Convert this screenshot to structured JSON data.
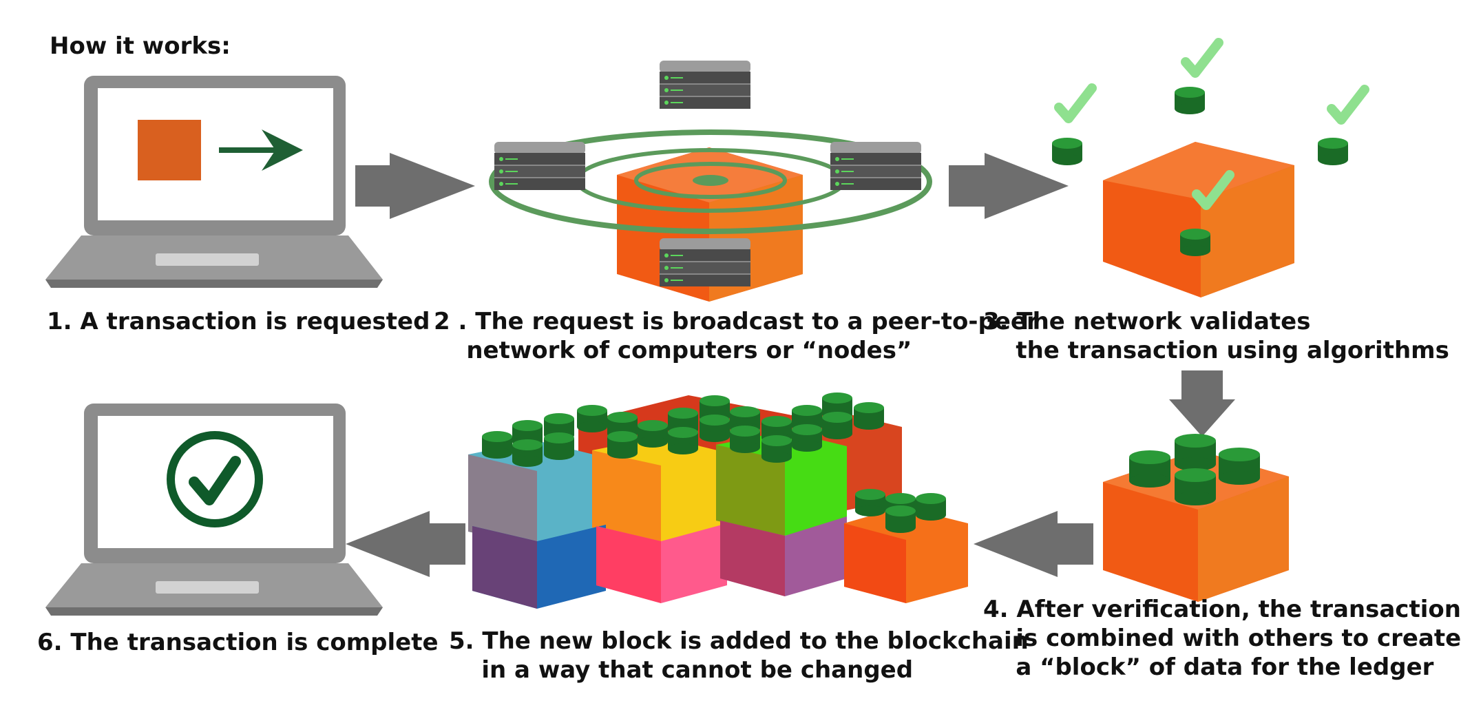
{
  "title": "How it works:",
  "steps": [
    {
      "lines": [
        "1. A transaction is requested"
      ]
    },
    {
      "lines": [
        "2 . The request is broadcast to a peer-to-peer",
        "    network of computers or “nodes”"
      ]
    },
    {
      "lines": [
        "3. The network validates",
        "    the transaction using algorithms"
      ]
    },
    {
      "lines": [
        "4. After verification, the transaction",
        "    is combined with others to create",
        "    a “block” of data for the ledger"
      ]
    },
    {
      "lines": [
        "5. The new block is added to the blockchain",
        "    in a way that cannot be changed"
      ]
    },
    {
      "lines": [
        "6. The transaction is complete"
      ]
    }
  ],
  "colors": {
    "laptop_gray": "#8c8c8c",
    "arrow_gray": "#6e6e6e",
    "block_orange": "#f25a15",
    "node_green": "#1e7a2a",
    "check_light_green": "#8fe08f",
    "ring_green": "#5b9a5b",
    "server_dark": "#4a4a4a",
    "check_dark_green": "#0f5a2a",
    "transaction_square": "#d9601f"
  },
  "icons": [
    "laptop-icon",
    "arrow-right-icon",
    "server-icon",
    "checkmark-icon",
    "cube-block-icon"
  ]
}
